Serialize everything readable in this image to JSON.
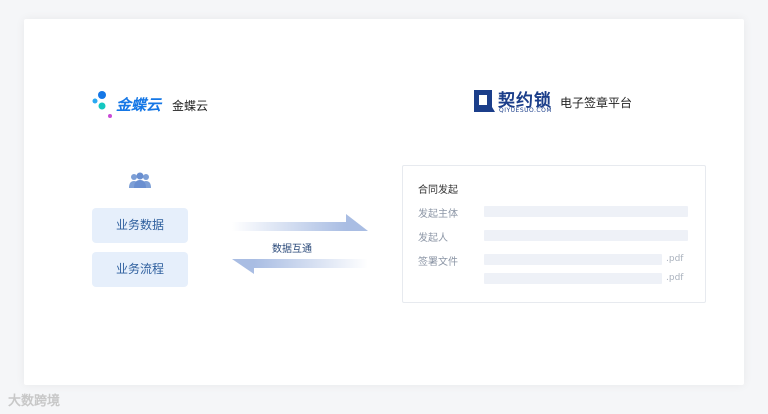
{
  "left": {
    "logo_text": "金蝶云",
    "brand_name": "金蝶云",
    "items": [
      "业务数据",
      "业务流程"
    ]
  },
  "flow": {
    "label": "数据互通"
  },
  "right": {
    "logo_cn": "契约锁",
    "logo_en": "QIYUESUO.COM",
    "brand_name": "电子签章平台",
    "form": {
      "title": "合同发起",
      "fields": [
        "发起主体",
        "发起人",
        "签署文件"
      ],
      "file_ext": ".pdf"
    }
  },
  "watermark": "大数跨境",
  "colors": {
    "pill_bg": "#e6effb",
    "arrow": "#a9bde3",
    "brand_blue": "#1577e6",
    "qys_blue": "#1b3e8a"
  }
}
